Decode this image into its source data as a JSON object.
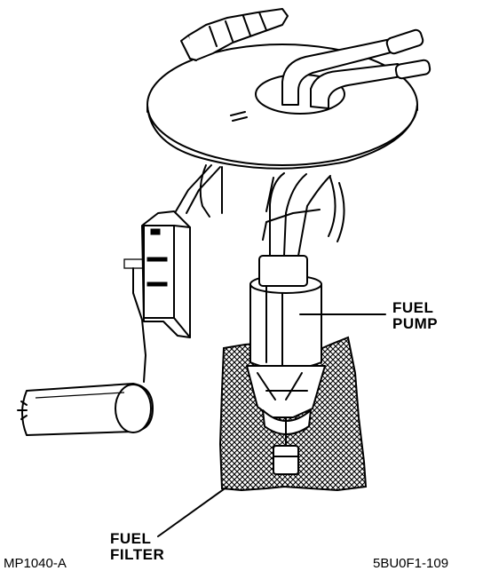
{
  "labels": {
    "fuel_pump": [
      "FUEL",
      "PUMP"
    ],
    "fuel_filter": [
      "FUEL",
      "FILTER"
    ]
  },
  "codes": {
    "left": "MP1040-A",
    "right": "5BU0F1-109"
  }
}
